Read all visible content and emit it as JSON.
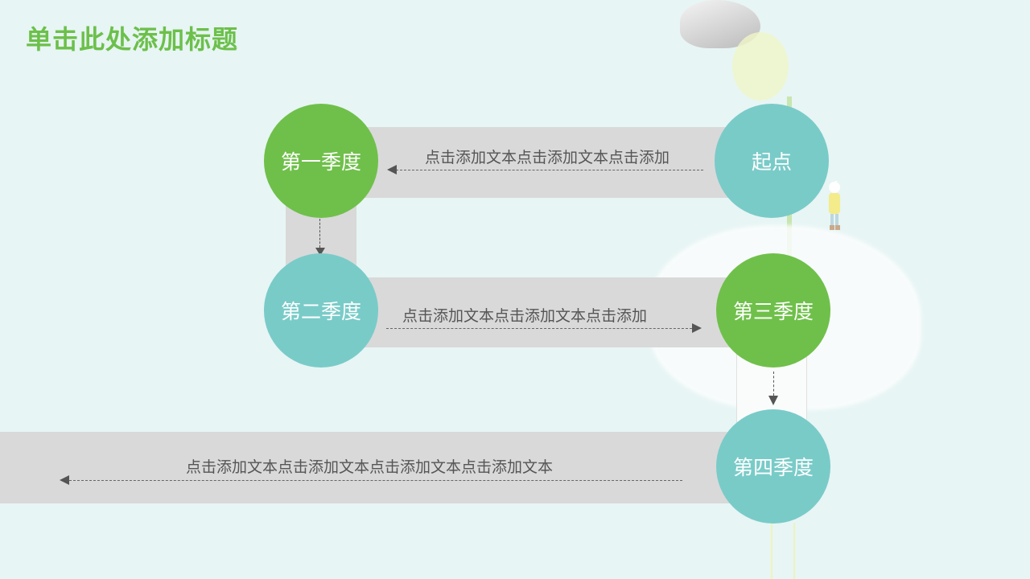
{
  "title": "单击此处添加标题",
  "nodes": {
    "start": "起点",
    "q1": "第一季度",
    "q2": "第二季度",
    "q3": "第三季度",
    "q4": "第四季度"
  },
  "labels": {
    "top": "点击添加文本点击添加文本点击添加",
    "middle": "点击添加文本点击添加文本点击添加",
    "bottom": "点击添加文本点击添加文本点击添加文本点击添加文本"
  },
  "colors": {
    "green": "#6fc04a",
    "teal": "#79cbc8",
    "title": "#6cc04a"
  }
}
